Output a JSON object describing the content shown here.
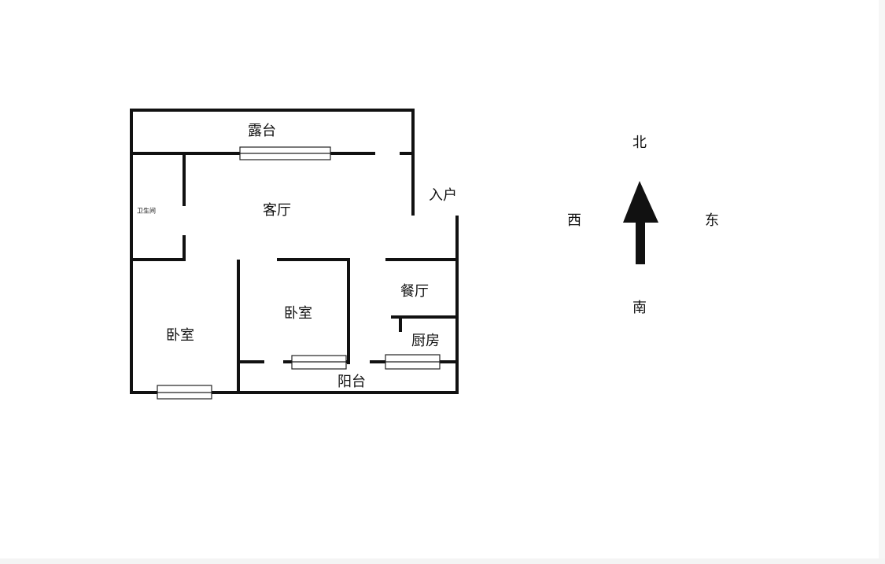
{
  "rooms": {
    "terrace": "露台",
    "living_room": "客厅",
    "bathroom": "卫生间",
    "entrance": "入户",
    "dining_room": "餐厅",
    "bedroom_west": "卧室",
    "bedroom_middle": "卧室",
    "kitchen": "厨房",
    "balcony": "阳台"
  },
  "compass": {
    "north": "北",
    "west": "西",
    "east": "东",
    "south": "南"
  },
  "colors": {
    "wall": "#111111",
    "background": "#ffffff"
  }
}
